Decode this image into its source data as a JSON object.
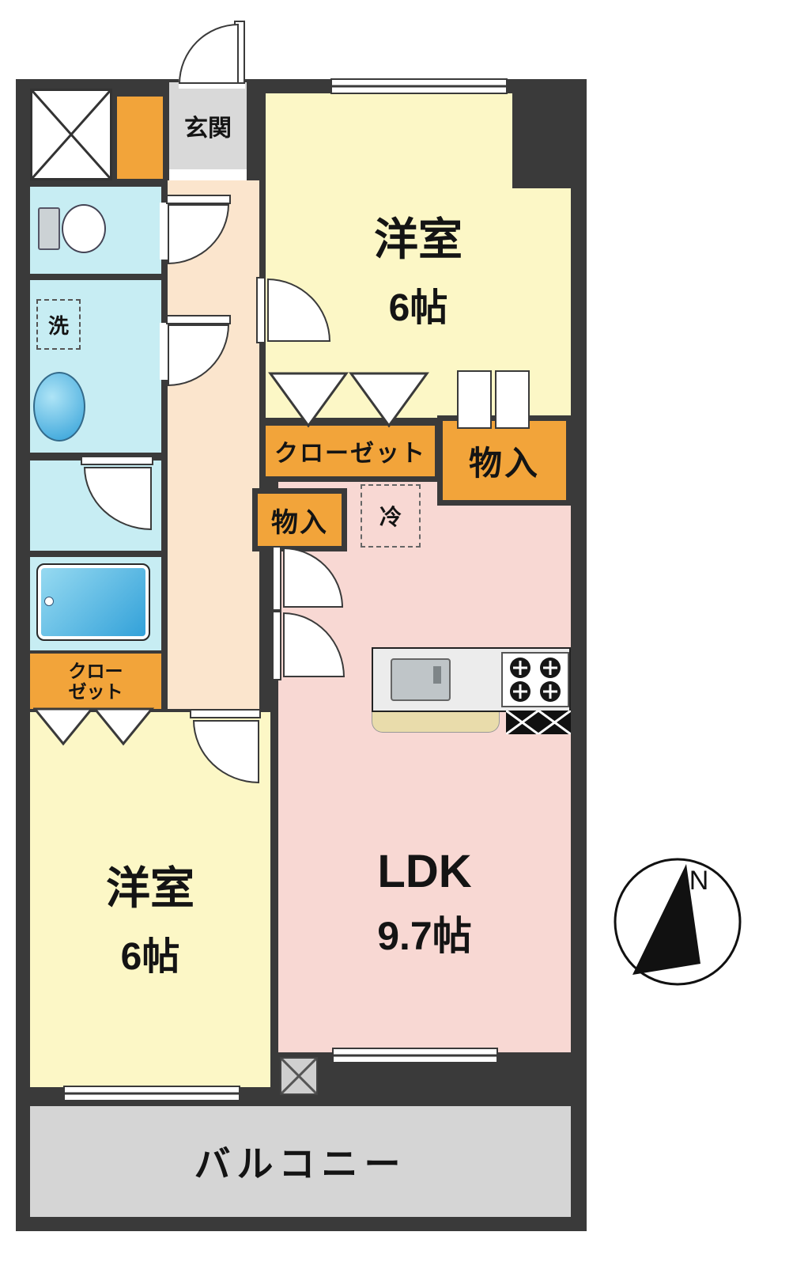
{
  "plan": {
    "entrance": {
      "label": "玄関"
    },
    "rooms": {
      "western_top": {
        "name": "洋室",
        "size": "6帖"
      },
      "western_bottom": {
        "name": "洋室",
        "size": "6帖"
      },
      "ldk": {
        "name": "LDK",
        "size": "9.7帖"
      }
    },
    "storage": {
      "closet_main": {
        "label": "クローゼット"
      },
      "closet_side": {
        "line1": "クロー",
        "line2": "ゼット"
      },
      "storage_upper": {
        "label": "物入"
      },
      "storage_lower": {
        "label": "物入"
      }
    },
    "fixtures": {
      "refrigerator": {
        "label": "冷"
      },
      "laundry": {
        "label": "洗"
      }
    },
    "balcony": {
      "label": "バルコニー"
    },
    "compass": {
      "north": "N"
    },
    "colors": {
      "wall": "#3a3a3a",
      "room_yellow": "#fcf7c6",
      "ldk_pink": "#f8d8d3",
      "hallway_peach": "#fbe5cd",
      "wet_area_cyan": "#c7edf3",
      "storage_orange": "#f2a43a",
      "entrance_gray": "#d9d9d9",
      "balcony_gray": "#d5d5d5",
      "bath_blue": "#45b3e0"
    }
  }
}
